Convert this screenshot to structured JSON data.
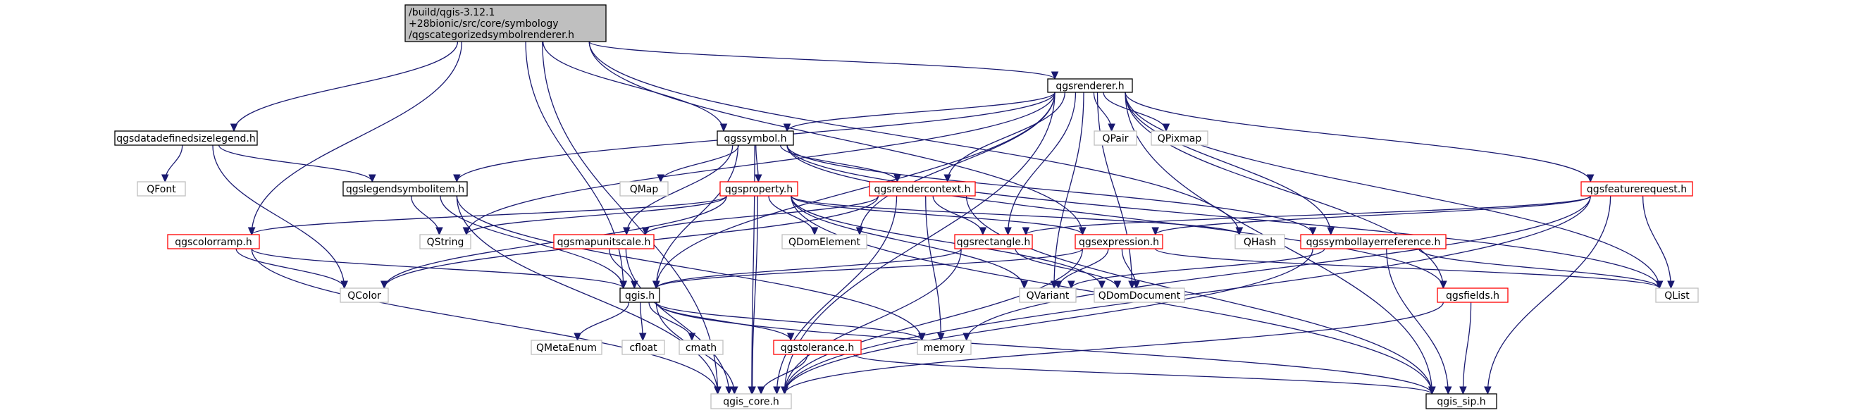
{
  "colors": {
    "edge": "#191970",
    "root_fill": "#bfbfbf",
    "root_border": "#000000",
    "documented_border": "#000000",
    "truncated_border": "#ff0000",
    "external_border": "#bfbfbf",
    "external_text": "#000000",
    "node_fill": "#ffffff"
  },
  "graph": {
    "nodes": [
      {
        "id": "root",
        "lines": [
          "/build/qgis-3.12.1",
          "+28bionic/src/core/symbology",
          "/qgscategorizedsymbolrenderer.h"
        ],
        "kind": "root"
      },
      {
        "id": "qgsrenderer",
        "lines": [
          "qgsrenderer.h"
        ],
        "kind": "documented"
      },
      {
        "id": "qgsdatadefinedsizelegend",
        "lines": [
          "qgsdatadefinedsizelegend.h"
        ],
        "kind": "documented"
      },
      {
        "id": "qgssymbol",
        "lines": [
          "qgssymbol.h"
        ],
        "kind": "documented"
      },
      {
        "id": "QFont",
        "lines": [
          "QFont"
        ],
        "kind": "external"
      },
      {
        "id": "qgslegendsymbolitem",
        "lines": [
          "qgslegendsymbolitem.h"
        ],
        "kind": "documented"
      },
      {
        "id": "QMap",
        "lines": [
          "QMap"
        ],
        "kind": "external"
      },
      {
        "id": "qgsproperty",
        "lines": [
          "qgsproperty.h"
        ],
        "kind": "truncated"
      },
      {
        "id": "qgsrendercontext",
        "lines": [
          "qgsrendercontext.h"
        ],
        "kind": "truncated"
      },
      {
        "id": "QPair",
        "lines": [
          "QPair"
        ],
        "kind": "external"
      },
      {
        "id": "QPixmap",
        "lines": [
          "QPixmap"
        ],
        "kind": "external"
      },
      {
        "id": "qgsfeaturerequest",
        "lines": [
          "qgsfeaturerequest.h"
        ],
        "kind": "truncated"
      },
      {
        "id": "qgscolorramp",
        "lines": [
          "qgscolorramp.h"
        ],
        "kind": "truncated"
      },
      {
        "id": "QString",
        "lines": [
          "QString"
        ],
        "kind": "external"
      },
      {
        "id": "QDomElement",
        "lines": [
          "QDomElement"
        ],
        "kind": "external"
      },
      {
        "id": "qgsmapunitscale",
        "lines": [
          "qgsmapunitscale.h"
        ],
        "kind": "truncated"
      },
      {
        "id": "qgsrectangle",
        "lines": [
          "qgsrectangle.h"
        ],
        "kind": "truncated"
      },
      {
        "id": "qgsexpression",
        "lines": [
          "qgsexpression.h"
        ],
        "kind": "truncated"
      },
      {
        "id": "QHash",
        "lines": [
          "QHash"
        ],
        "kind": "external"
      },
      {
        "id": "qgssymbollayerreference",
        "lines": [
          "qgssymbollayerreference.h"
        ],
        "kind": "truncated"
      },
      {
        "id": "QColor",
        "lines": [
          "QColor"
        ],
        "kind": "external"
      },
      {
        "id": "qgis",
        "lines": [
          "qgis.h"
        ],
        "kind": "documented"
      },
      {
        "id": "QVariant",
        "lines": [
          "QVariant"
        ],
        "kind": "external"
      },
      {
        "id": "QDomDocument",
        "lines": [
          "QDomDocument"
        ],
        "kind": "external"
      },
      {
        "id": "QList",
        "lines": [
          "QList"
        ],
        "kind": "external"
      },
      {
        "id": "qgsfields",
        "lines": [
          "qgsfields.h"
        ],
        "kind": "truncated"
      },
      {
        "id": "QMetaEnum",
        "lines": [
          "QMetaEnum"
        ],
        "kind": "external"
      },
      {
        "id": "cfloat",
        "lines": [
          "cfloat"
        ],
        "kind": "external"
      },
      {
        "id": "cmath",
        "lines": [
          "cmath"
        ],
        "kind": "external"
      },
      {
        "id": "qgstolerance",
        "lines": [
          "qgstolerance.h"
        ],
        "kind": "truncated"
      },
      {
        "id": "memory",
        "lines": [
          "memory"
        ],
        "kind": "external"
      },
      {
        "id": "qgis_core",
        "lines": [
          "qgis_core.h"
        ],
        "kind": "external"
      },
      {
        "id": "qgis_sip",
        "lines": [
          "qgis_sip.h"
        ],
        "kind": "documented"
      }
    ],
    "edges": [
      [
        "root",
        "qgsrenderer"
      ],
      [
        "root",
        "qgsdatadefinedsizelegend"
      ],
      [
        "root",
        "qgssymbol"
      ],
      [
        "root",
        "qgscolorramp"
      ],
      [
        "root",
        "qgis"
      ],
      [
        "root",
        "qgsexpression"
      ],
      [
        "root",
        "QHash"
      ],
      [
        "root",
        "qgis_core"
      ],
      [
        "qgsrenderer",
        "qgssymbol"
      ],
      [
        "qgsrenderer",
        "QPair"
      ],
      [
        "qgsrenderer",
        "QPixmap"
      ],
      [
        "qgsrenderer",
        "qgsfeaturerequest"
      ],
      [
        "qgsrenderer",
        "qgsrendercontext"
      ],
      [
        "qgsrenderer",
        "qgslegendsymbolitem"
      ],
      [
        "qgsrenderer",
        "QString"
      ],
      [
        "qgsrenderer",
        "QDomElement"
      ],
      [
        "qgsrenderer",
        "qgsrectangle"
      ],
      [
        "qgsrenderer",
        "QVariant"
      ],
      [
        "qgsrenderer",
        "qgssymbollayerreference"
      ],
      [
        "qgsrenderer",
        "qgsfields"
      ],
      [
        "qgsrenderer",
        "QList"
      ],
      [
        "qgsrenderer",
        "qgis"
      ],
      [
        "qgsrenderer",
        "qgis_core"
      ],
      [
        "qgsrenderer",
        "qgis_sip"
      ],
      [
        "qgsrenderer",
        "QDomDocument"
      ],
      [
        "qgsdatadefinedsizelegend",
        "QFont"
      ],
      [
        "qgsdatadefinedsizelegend",
        "qgslegendsymbolitem"
      ],
      [
        "qgsdatadefinedsizelegend",
        "QColor"
      ],
      [
        "qgssymbol",
        "QMap"
      ],
      [
        "qgssymbol",
        "qgsproperty"
      ],
      [
        "qgssymbol",
        "qgsrendercontext"
      ],
      [
        "qgssymbol",
        "qgsmapunitscale"
      ],
      [
        "qgssymbol",
        "qgis"
      ],
      [
        "qgssymbol",
        "qgssymbollayerreference"
      ],
      [
        "qgssymbol",
        "QList"
      ],
      [
        "qgssymbol",
        "qgsfields"
      ],
      [
        "qgssymbol",
        "qgis_core"
      ],
      [
        "qgslegendsymbolitem",
        "QString"
      ],
      [
        "qgslegendsymbolitem",
        "qgis"
      ],
      [
        "qgslegendsymbolitem",
        "memory"
      ],
      [
        "qgslegendsymbolitem",
        "qgis_core"
      ],
      [
        "qgsproperty",
        "QString"
      ],
      [
        "qgsproperty",
        "QDomElement"
      ],
      [
        "qgsproperty",
        "qgscolorramp"
      ],
      [
        "qgsproperty",
        "QColor"
      ],
      [
        "qgsproperty",
        "qgsexpression"
      ],
      [
        "qgsproperty",
        "QHash"
      ],
      [
        "qgsproperty",
        "QVariant"
      ],
      [
        "qgsproperty",
        "QDomDocument"
      ],
      [
        "qgsproperty",
        "qgis_sip"
      ],
      [
        "qgsproperty",
        "qgis_core"
      ],
      [
        "qgsrendercontext",
        "qgsmapunitscale"
      ],
      [
        "qgsrendercontext",
        "qgsrectangle"
      ],
      [
        "qgsrendercontext",
        "memory"
      ],
      [
        "qgsrendercontext",
        "qgis_core"
      ],
      [
        "qgsrendercontext",
        "qgis_sip"
      ],
      [
        "qgsrendercontext",
        "QColor"
      ],
      [
        "qgsfeaturerequest",
        "qgsexpression"
      ],
      [
        "qgsfeaturerequest",
        "qgsrectangle"
      ],
      [
        "qgsfeaturerequest",
        "QList"
      ],
      [
        "qgsfeaturerequest",
        "memory"
      ],
      [
        "qgsfeaturerequest",
        "qgis_core"
      ],
      [
        "qgsfeaturerequest",
        "qgis_sip"
      ],
      [
        "qgscolorramp",
        "QColor"
      ],
      [
        "qgscolorramp",
        "qgis"
      ],
      [
        "qgscolorramp",
        "qgis_core"
      ],
      [
        "qgsmapunitscale",
        "qgis"
      ],
      [
        "qgsmapunitscale",
        "qgis_core"
      ],
      [
        "qgsrectangle",
        "qgis"
      ],
      [
        "qgsrectangle",
        "QDomDocument"
      ],
      [
        "qgsrectangle",
        "qgis_core"
      ],
      [
        "qgsexpression",
        "QVariant"
      ],
      [
        "qgsexpression",
        "QDomDocument"
      ],
      [
        "qgsexpression",
        "qgis"
      ],
      [
        "qgsexpression",
        "QList"
      ],
      [
        "qgsexpression",
        "qgis_core"
      ],
      [
        "qgssymbollayerreference",
        "QList"
      ],
      [
        "qgssymbollayerreference",
        "QVariant"
      ],
      [
        "qgssymbollayerreference",
        "qgis_core"
      ],
      [
        "qgssymbollayerreference",
        "qgis_sip"
      ],
      [
        "qgsfields",
        "qgis_core"
      ],
      [
        "qgsfields",
        "qgis_sip"
      ],
      [
        "qgis",
        "QMetaEnum"
      ],
      [
        "qgis",
        "cfloat"
      ],
      [
        "qgis",
        "cmath"
      ],
      [
        "qgis",
        "qgstolerance"
      ],
      [
        "qgis",
        "memory"
      ],
      [
        "qgis",
        "qgis_core"
      ],
      [
        "qgis",
        "qgis_sip"
      ],
      [
        "qgstolerance",
        "qgis_core"
      ],
      [
        "qgstolerance",
        "qgis_sip"
      ]
    ]
  }
}
